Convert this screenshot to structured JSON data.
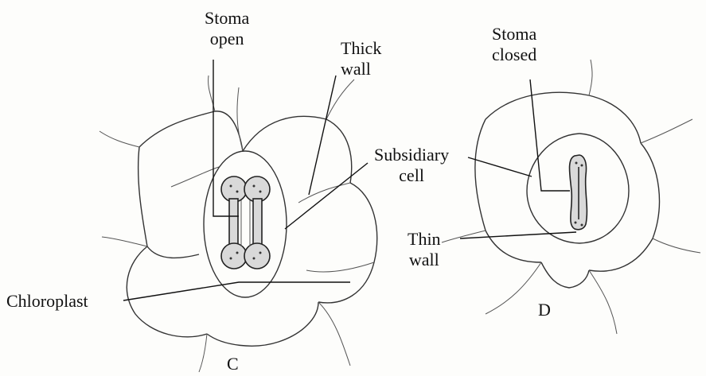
{
  "figure": {
    "left": {
      "label_stoma": "Stoma\nopen",
      "label_thick_wall": "Thick\nwall",
      "label_subsidiary": "Subsidiary\ncell",
      "label_chloroplast": "Chloroplast",
      "panel_letter": "C"
    },
    "right": {
      "label_stoma": "Stoma\nclosed",
      "label_thin_wall": "Thin\nwall",
      "panel_letter": "D"
    }
  }
}
